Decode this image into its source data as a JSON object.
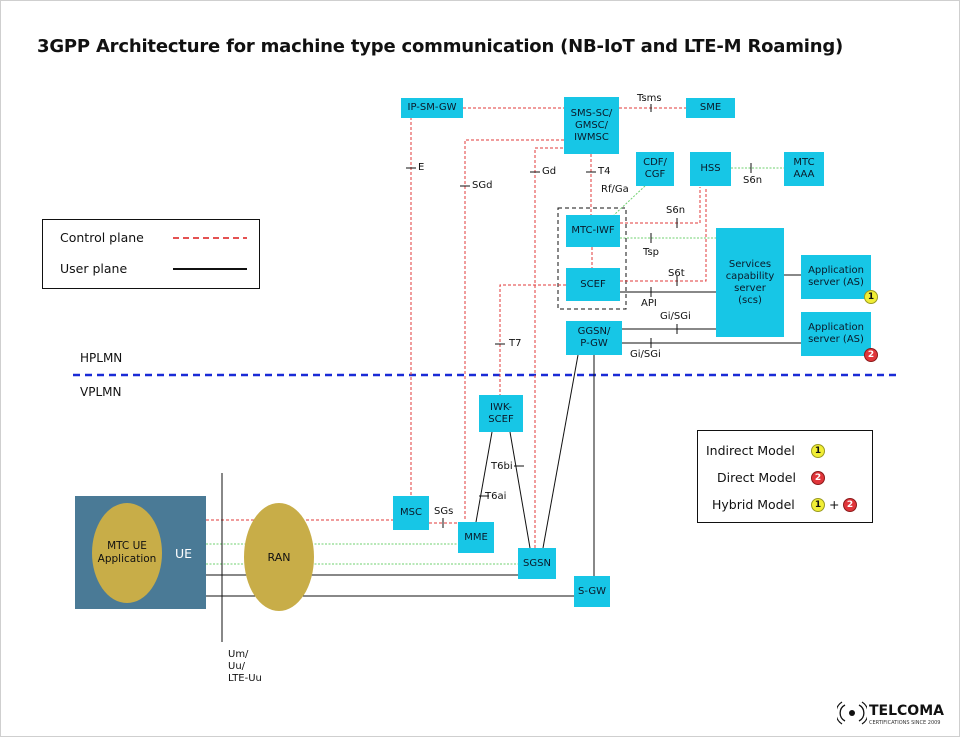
{
  "title": "3GPP Architecture for machine type communication (NB-IoT and LTE-M Roaming)",
  "legend": {
    "control_plane": "Control plane",
    "user_plane": "User plane"
  },
  "plmn": {
    "home": "HPLMN",
    "visited": "VPLMN"
  },
  "nodes": {
    "ip_sm_gw": "IP-SM-GW",
    "sms_sc": "SMS-SC/\nGMSC/\nIWMSC",
    "sme": "SME",
    "cdf": "CDF/\nCGF",
    "hss": "HSS",
    "mtc_aaa": "MTC\nAAA",
    "mtc_iwf": "MTC-IWF",
    "scef": "SCEF",
    "scs": "Services\ncapability\nserver\n(scs)",
    "as1": "Application\nserver (AS)",
    "as2": "Application\nserver (AS)",
    "ggsn": "GGSN/\nP-GW",
    "iwk_scef": "IWK-\nSCEF",
    "msc": "MSC",
    "mme": "MME",
    "sgsn": "SGSN",
    "sgw": "S-GW",
    "ue_app": "MTC UE\nApplication",
    "ue": "UE",
    "ran": "RAN"
  },
  "interfaces": {
    "tsms": "Tsms",
    "e": "E",
    "sgd": "SGd",
    "gd": "Gd",
    "t4": "T4",
    "rf_ga": "Rf/Ga",
    "s6n_hss": "S6n",
    "s6n": "S6n",
    "tsp": "Tsp",
    "s6t": "S6t",
    "api": "API",
    "gi_sgi_1": "Gi/SGi",
    "gi_sgi_2": "Gi/SGi",
    "t7": "T7",
    "t6bi": "T6bi",
    "t6ai": "T6ai",
    "sgs": "SGs",
    "um": "Um/\nUu/\nLTE-Uu"
  },
  "models": {
    "indirect": "Indirect Model",
    "direct": "Direct Model",
    "hybrid": "Hybrid Model",
    "badge1": "1",
    "badge2": "2",
    "plus": "+"
  },
  "logo": {
    "name": "TELCOMA",
    "tagline": "CERTIFICATIONS SINCE 2009"
  },
  "colors": {
    "node": "#17c6e6",
    "control": "#e03a3a",
    "user": "#111111",
    "green": "#6fd06f",
    "boundary": "#1a2bd6",
    "ue_box": "#4a7a96",
    "ellipse": "#c8ad48"
  }
}
